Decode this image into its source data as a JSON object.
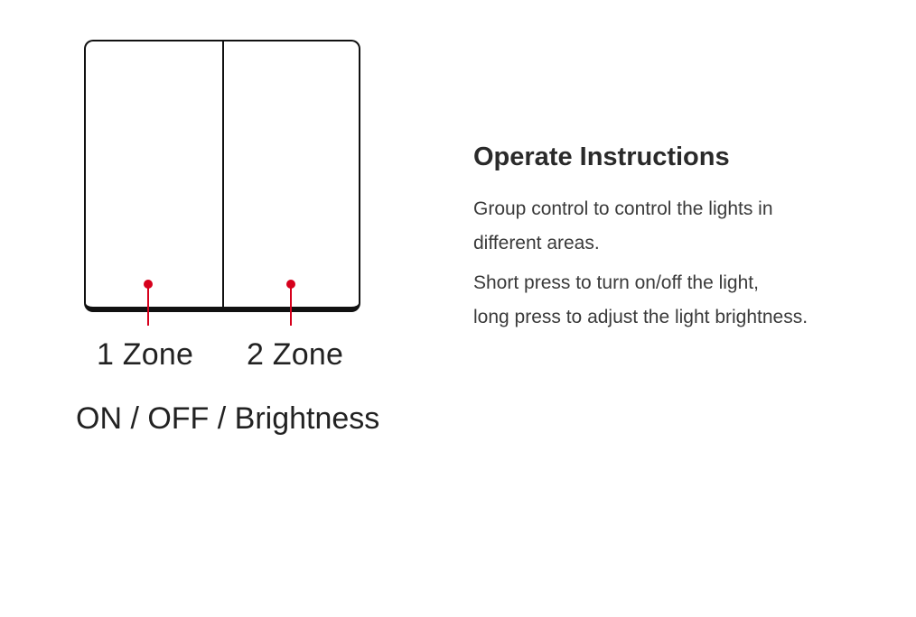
{
  "diagram": {
    "zones": [
      {
        "label": "1 Zone"
      },
      {
        "label": "2 Zone"
      }
    ],
    "mode_caption": "ON / OFF / Brightness",
    "marker_color": "#d6001c",
    "panel_color": "#111111"
  },
  "instructions": {
    "title": "Operate Instructions",
    "paragraphs": [
      {
        "lines": [
          "Group control to control the lights in",
          "different areas."
        ]
      },
      {
        "lines": [
          "Short press to turn on/off the light,",
          "long press to adjust the light brightness."
        ]
      }
    ]
  }
}
